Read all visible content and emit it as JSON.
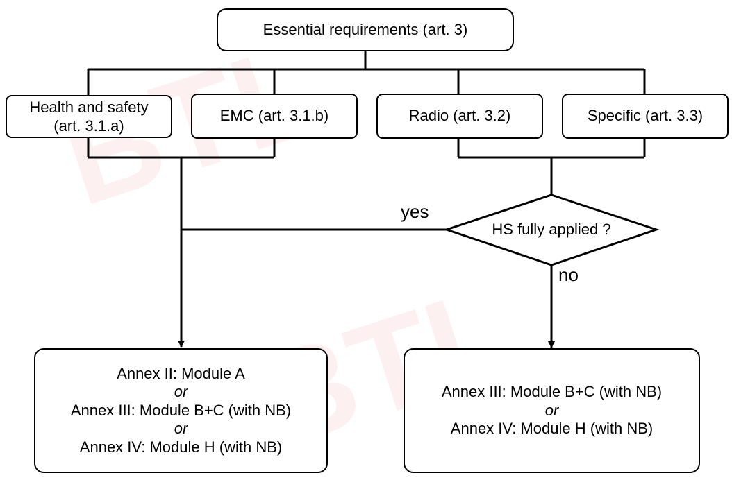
{
  "root": {
    "label": "Essential requirements (art. 3)"
  },
  "requirements": [
    {
      "line1": "Health and safety",
      "line2": "(art. 3.1.a)"
    },
    {
      "line1": "EMC (art. 3.1.b)"
    },
    {
      "line1": "Radio (art. 3.2)"
    },
    {
      "line1": "Specific (art. 3.3)"
    }
  ],
  "decision": {
    "label": "HS fully applied ?",
    "yes": "yes",
    "no": "no"
  },
  "outcomes": {
    "left": [
      "Annex II: Module A",
      "or",
      "Annex III: Module B+C (with NB)",
      "or",
      "Annex IV: Module H (with NB)"
    ],
    "right": [
      "Annex III: Module B+C (with NB)",
      "or",
      "Annex IV: Module H (with NB)"
    ]
  },
  "watermark": {
    "brand": "BTL"
  },
  "colors": {
    "line": "#000000",
    "watermark": "#dc2828"
  }
}
